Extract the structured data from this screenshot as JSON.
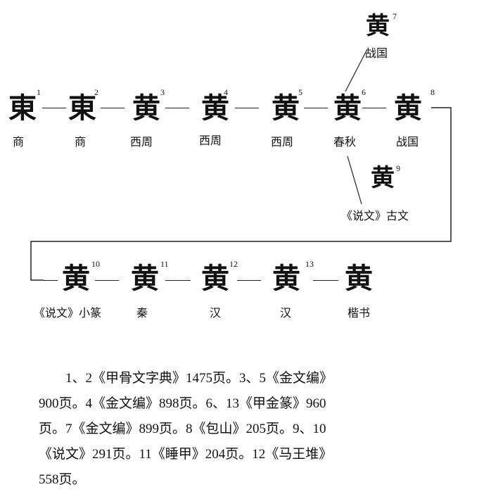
{
  "row1": [
    {
      "glyph": "東",
      "num": "1",
      "period": "商"
    },
    {
      "glyph": "東",
      "num": "2",
      "period": "商"
    },
    {
      "glyph": "黄",
      "num": "3",
      "period": "西周"
    },
    {
      "glyph": "黄",
      "num": "4",
      "period": "西周"
    },
    {
      "glyph": "黄",
      "num": "5",
      "period": "西周"
    },
    {
      "glyph": "黄",
      "num": "6",
      "period": "春秋"
    },
    {
      "glyph": "黄",
      "num": "8",
      "period": "战国"
    }
  ],
  "branch_top": {
    "glyph": "黄",
    "num": "7",
    "period": "战国"
  },
  "branch_bottom": {
    "glyph": "黄",
    "num": "9",
    "period": "《说文》古文"
  },
  "row2": [
    {
      "glyph": "黄",
      "num": "10",
      "period": "《说文》小篆"
    },
    {
      "glyph": "黄",
      "num": "11",
      "period": "秦"
    },
    {
      "glyph": "黄",
      "num": "12",
      "period": "汉"
    },
    {
      "glyph": "黄",
      "num": "13",
      "period": "汉"
    },
    {
      "glyph": "黄",
      "num": "",
      "period": "楷书"
    }
  ],
  "notes": {
    "lines": [
      "1、2《甲骨文字典》1475页。3、5《金文编》",
      "900页。4《金文编》898页。6、13《甲金篆》960",
      "页。7《金文编》899页。8《包山》205页。9、10",
      "《说文》291页。11《睡甲》204页。12《马王堆》",
      "558页。"
    ]
  }
}
